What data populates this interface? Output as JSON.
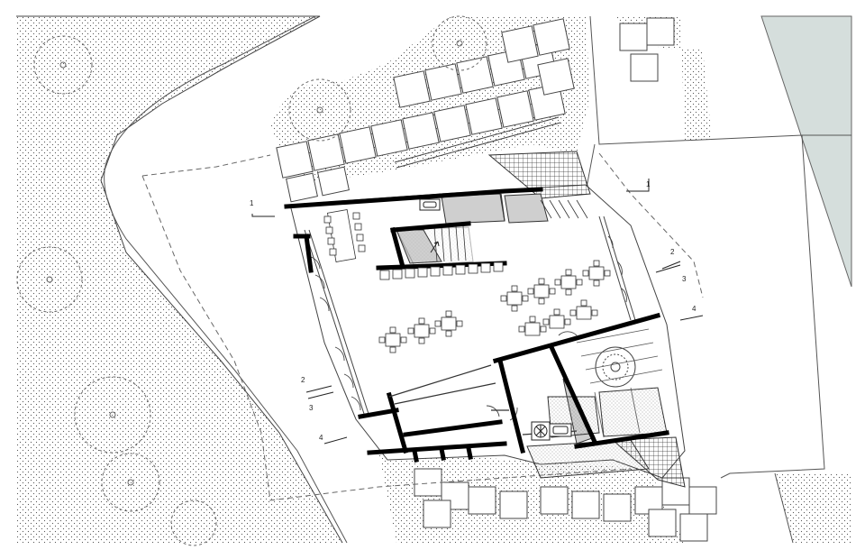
{
  "section_marks": [
    {
      "id": "1",
      "label": "1"
    },
    {
      "id": "2",
      "label": "2"
    },
    {
      "id": "3",
      "label": "3"
    },
    {
      "id": "4",
      "label": "4"
    }
  ],
  "icons": [
    "stair-arrow-icon",
    "sink-icon",
    "fan-icon",
    "fountain-icon",
    "tree-icon"
  ],
  "colors": {
    "background": "#ffffff",
    "line": "#222222",
    "wall": "#000000",
    "water": "#d5dedc",
    "fill_gray": "#cfcfcf"
  }
}
